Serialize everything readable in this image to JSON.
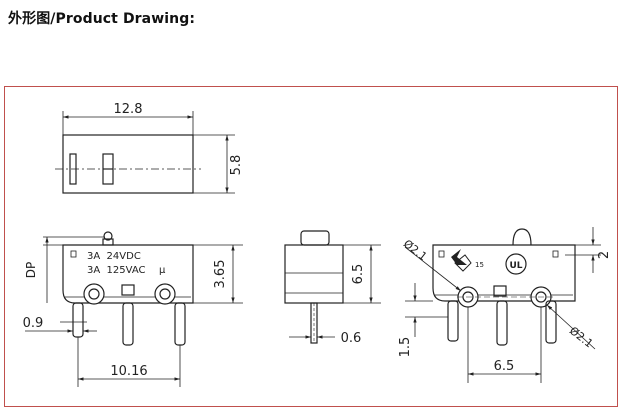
{
  "title": "外形图/Product Drawing:",
  "colors": {
    "frame_border": "#c0504d",
    "line": "#222222"
  },
  "top_view": {
    "dim_width": "12.8",
    "dim_height": "5.8"
  },
  "front_view": {
    "marking_line1": "3A  24VDC",
    "marking_line2": "3A  125VAC",
    "marking_suffix": "μ",
    "dim_dp": "DP",
    "dim_height": "3.65",
    "dim_pin_width": "0.9",
    "dim_pin_span": "10.16"
  },
  "side_view": {
    "dim_height": "6.5",
    "dim_thickness": "0.6"
  },
  "rear_view": {
    "dim_hole_top": "Ø2.1",
    "dim_hole_bottom": "Ø2.1",
    "dim_top_offset": "2",
    "dim_pin_height": "1.5",
    "dim_pin_span": "6.5",
    "cert_mark": "15",
    "cert_ul_text": "UL"
  }
}
